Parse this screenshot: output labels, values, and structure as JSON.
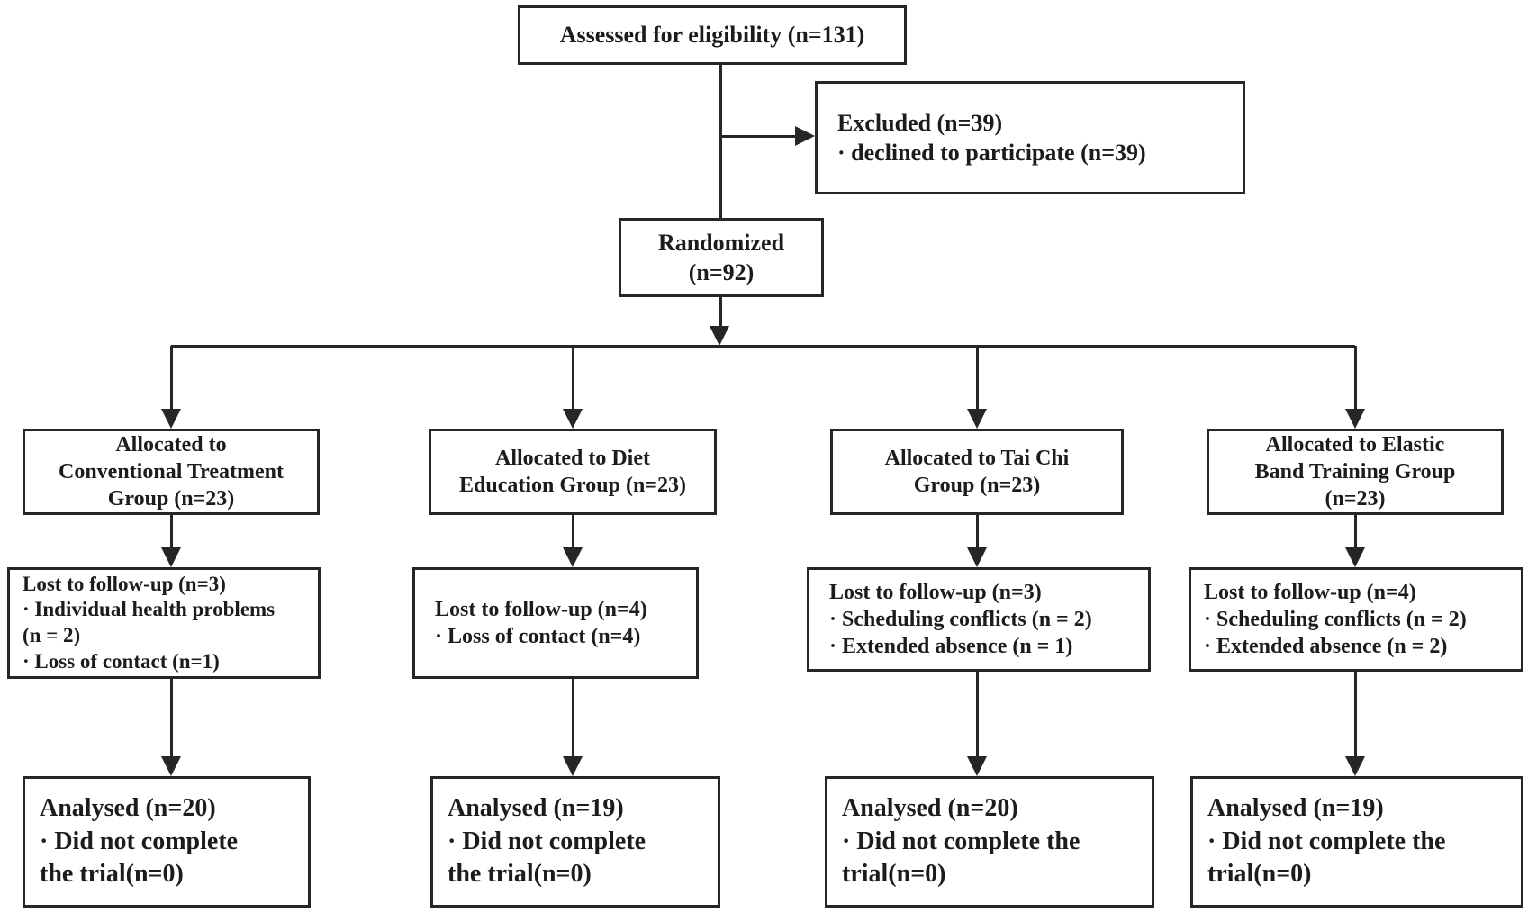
{
  "colors": {
    "line": "#262626",
    "background": "#ffffff",
    "text": "#1c1c1c"
  },
  "diagram": {
    "type": "consort-flowchart",
    "assessed": {
      "lines": [
        "Assessed for eligibility (n=131)"
      ]
    },
    "excluded": {
      "lines": [
        "Excluded (n=39)",
        "· declined to participate (n=39)"
      ]
    },
    "randomized": {
      "lines": [
        "Randomized",
        "(n=92)"
      ]
    },
    "groups": [
      {
        "name": "conventional-treatment",
        "allocated": [
          "Allocated to",
          "Conventional Treatment",
          "Group (n=23)"
        ],
        "lost": [
          "Lost to follow-up (n=3)",
          "· Individual health problems",
          "(n = 2)",
          "· Loss of contact (n=1)"
        ],
        "analysed": [
          "Analysed (n=20)",
          "· Did not complete",
          "the trial(n=0)"
        ]
      },
      {
        "name": "diet-education",
        "allocated": [
          "Allocated to Diet",
          "Education Group (n=23)"
        ],
        "lost": [
          "Lost to follow-up (n=4)",
          "· Loss of contact (n=4)"
        ],
        "analysed": [
          "Analysed (n=19)",
          "· Did not complete",
          "the trial(n=0)"
        ]
      },
      {
        "name": "tai-chi",
        "allocated": [
          "Allocated to Tai Chi",
          "Group (n=23)"
        ],
        "lost": [
          "Lost to follow-up (n=3)",
          "· Scheduling conflicts (n = 2)",
          "· Extended absence (n = 1)"
        ],
        "analysed": [
          "Analysed (n=20)",
          "· Did not complete the",
          "trial(n=0)"
        ]
      },
      {
        "name": "elastic-band-training",
        "allocated": [
          "Allocated to Elastic",
          "Band Training Group",
          "(n=23)"
        ],
        "lost": [
          "Lost to follow-up (n=4)",
          "· Scheduling conflicts (n = 2)",
          "· Extended absence (n = 2)"
        ],
        "analysed": [
          "Analysed (n=19)",
          "· Did not complete the",
          "trial(n=0)"
        ]
      }
    ]
  }
}
